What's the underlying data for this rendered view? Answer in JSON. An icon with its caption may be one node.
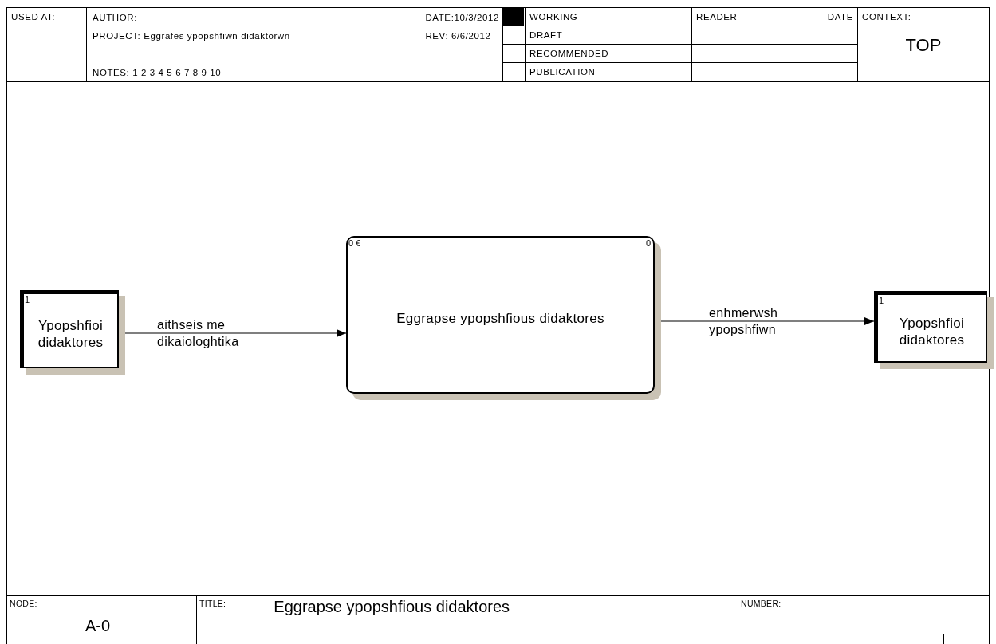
{
  "diagram": {
    "nodes": [
      {
        "text": [
          "1",
          "Ypopshfioi didaktores"
        ]
      },
      {
        "text": [
          "0 €",
          "0",
          "Eggrapse ypopshfious didaktores"
        ]
      },
      {
        "text": [
          "1",
          "Ypopshfioi didaktores"
        ]
      }
    ],
    "edges": [
      {
        "from": 0,
        "to": 1,
        "arrow": "to",
        "label": "aithseis me dikaiologhtika"
      },
      {
        "from": 1,
        "to": 2,
        "arrow": "to",
        "label": "enhmerwsh ypopshfiwn"
      }
    ],
    "labels": [
      "USED AT:",
      "AUTHOR:",
      "DATE:10/3/2012",
      "WORKING",
      "READER",
      "DATE",
      "CONTEXT:",
      "PROJECT: Eggrafes ypopshfiwn didaktorwn",
      "REV: 6/6/2012",
      "DRAFT",
      "TOP",
      "RECOMMENDED",
      "NOTES: 1 2 3 4 5 6 7 8 9 10",
      "PUBLICATION",
      "NODE:",
      "TITLE:",
      "Eggrapse ypopshfious didaktores",
      "NUMBER:",
      "A-0"
    ]
  }
}
